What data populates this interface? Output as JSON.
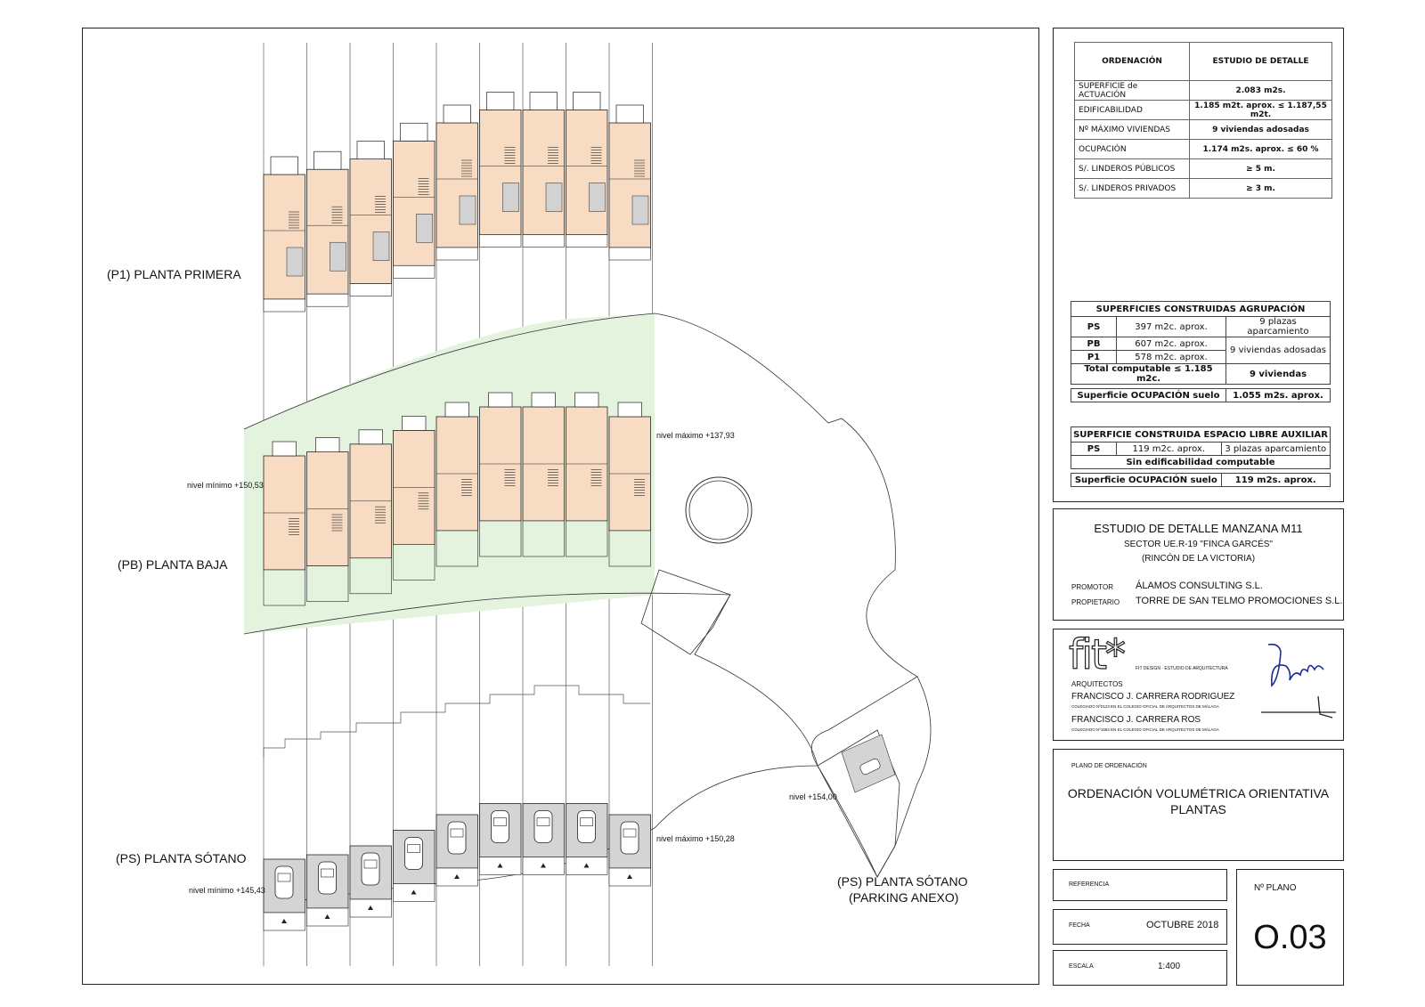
{
  "drawing": {
    "labels": {
      "p1": "(P1) PLANTA PRIMERA",
      "pb": "(PB) PLANTA BAJA",
      "ps": "(PS) PLANTA SÓTANO",
      "parking_1": "(PS) PLANTA SÓTANO",
      "parking_2": "(PARKING ANEXO)"
    },
    "levels": {
      "pb_max": "nivel máximo +137,93",
      "pb_min": "nivel mínimo +150,53",
      "parking": "nivel +154,00",
      "ps_max": "nivel máximo +150,28",
      "ps_min": "nivel mínimo +145,43"
    },
    "colors": {
      "house_fill": "#f7dcc3",
      "green_fill": "#e3f3dd",
      "park_fill": "#d4d4d4",
      "line": "#222222"
    }
  },
  "ordenacion": {
    "header_left": "ORDENACIÓN",
    "header_right": "ESTUDIO DE DETALLE",
    "rows": [
      {
        "k": "SUPERFICIE de ACTUACIÓN",
        "v": "2.083 m2s."
      },
      {
        "k": "EDIFICABILIDAD",
        "v": "1.185 m2t. aprox. ≤ 1.187,55 m2t."
      },
      {
        "k": "Nº MÁXIMO VIVIENDAS",
        "v": "9 viviendas adosadas"
      },
      {
        "k": "OCUPACIÓN",
        "v": "1.174 m2s. aprox. ≤ 60 %"
      },
      {
        "k": "S/. LINDEROS PÚBLICOS",
        "v": "≥ 5 m."
      },
      {
        "k": "S/. LINDEROS PRIVADOS",
        "v": "≥ 3 m."
      }
    ]
  },
  "agrupacion": {
    "title": "SUPERFICIES CONSTRUIDAS AGRUPACIÓN",
    "ps": {
      "k": "PS",
      "v": "397 m2c. aprox.",
      "n": "9 plazas aparcamiento"
    },
    "pb": {
      "k": "PB",
      "v": "607 m2c. aprox."
    },
    "p1": {
      "k": "P1",
      "v": "578 m2c. aprox."
    },
    "pbp1_note": "9 viviendas adosadas",
    "total": {
      "k": "Total computable ≤ 1.185 m2c.",
      "n": "9 viviendas"
    },
    "ocup": {
      "k": "Superficie OCUPACIÓN suelo",
      "v": "1.055 m2s. aprox."
    }
  },
  "auxiliar": {
    "title": "SUPERFICIE CONSTRUIDA ESPACIO LIBRE AUXILIAR",
    "ps": {
      "k": "PS",
      "v": "119 m2c. aprox.",
      "n": "3 plazas aparcamiento"
    },
    "note": "Sin edificabilidad computable",
    "ocup": {
      "k": "Superficie OCUPACIÓN suelo",
      "v": "119 m2s. aprox."
    }
  },
  "proyecto": {
    "title": "ESTUDIO DE DETALLE MANZANA M11",
    "sector": "SECTOR UE.R-19 \"FINCA GARCÉS\"",
    "municipio": "(RINCÓN DE LA VICTORIA)",
    "promotor_k": "PROMOTOR",
    "promotor_v": "ÁLAMOS CONSULTING S.L.",
    "propietario_k": "PROPIETARIO",
    "propietario_v": "TORRE DE SAN TELMO PROMOCIONES S.L."
  },
  "estudio": {
    "logo": "fit*",
    "tagline": "FIT DESIGN · ESTUDIO DE ARQUITECTURA",
    "arquitectos": "ARQUITECTOS",
    "arq1": "FRANCISCO J. CARRERA RODRIGUEZ",
    "arq1_col": "COLEGIADO Nº0123 EN EL COLEGIO OFICIAL DE ARQUITECTOS DE MÁLAGA",
    "arq2": "FRANCISCO J. CARRERA ROS",
    "arq2_col": "COLEGIADO Nº1582 EN EL COLEGIO OFICIAL DE ARQUITECTOS DE MÁLAGA"
  },
  "plano": {
    "label": "PLANO DE ORDENACIÓN",
    "title1": "ORDENACIÓN VOLUMÉTRICA ORIENTATIVA",
    "title2": "PLANTAS"
  },
  "meta": {
    "referencia_k": "REFERENCIA",
    "fecha_k": "FECHA",
    "fecha_v": "OCTUBRE 2018",
    "escala_k": "ESCALA",
    "escala_v": "1:400",
    "nplano_k": "Nº PLANO",
    "nplano_v": "O.03"
  }
}
